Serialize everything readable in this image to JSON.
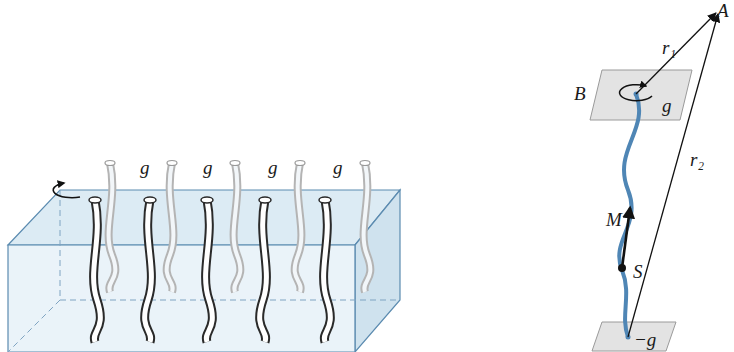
{
  "diagram": {
    "labels": [
      "g",
      "g",
      "g",
      "g",
      "A",
      "r₁",
      "r₂",
      "B",
      "g",
      "M",
      "S",
      "−g"
    ]
  }
}
